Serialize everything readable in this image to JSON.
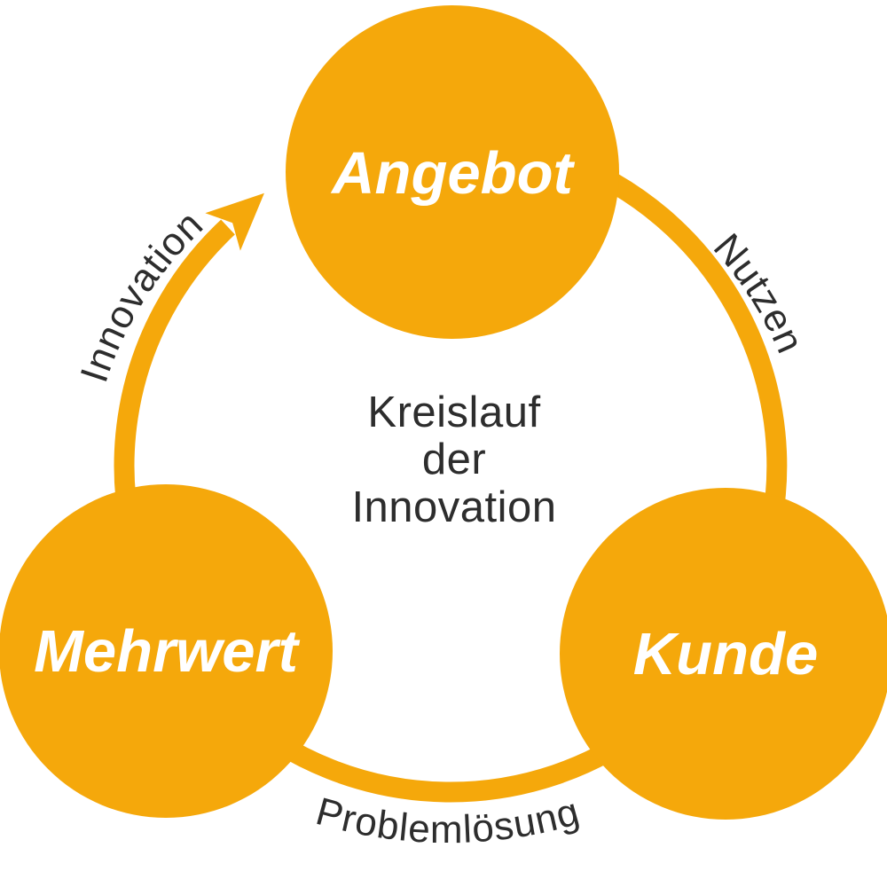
{
  "diagram": {
    "center_title_lines": [
      "Kreislauf",
      "der",
      "Innovation"
    ],
    "nodes": [
      {
        "id": "angebot",
        "label": "Angebot"
      },
      {
        "id": "kunde",
        "label": "Kunde"
      },
      {
        "id": "mehrwert",
        "label": "Mehrwert"
      }
    ],
    "edges": [
      {
        "id": "nutzen",
        "label": "Nutzen",
        "from": "angebot",
        "to": "kunde",
        "arrow": false
      },
      {
        "id": "problemloesung",
        "label": "Problemlösung",
        "from": "kunde",
        "to": "mehrwert",
        "arrow": false
      },
      {
        "id": "innovation",
        "label": "Innovation",
        "from": "mehrwert",
        "to": "angebot",
        "arrow": true
      }
    ],
    "colors": {
      "accent_orange": "#F5A80B",
      "label_dark": "#2D2D2D",
      "node_text_white": "#FFFFFF",
      "background": "#FFFFFF"
    }
  }
}
